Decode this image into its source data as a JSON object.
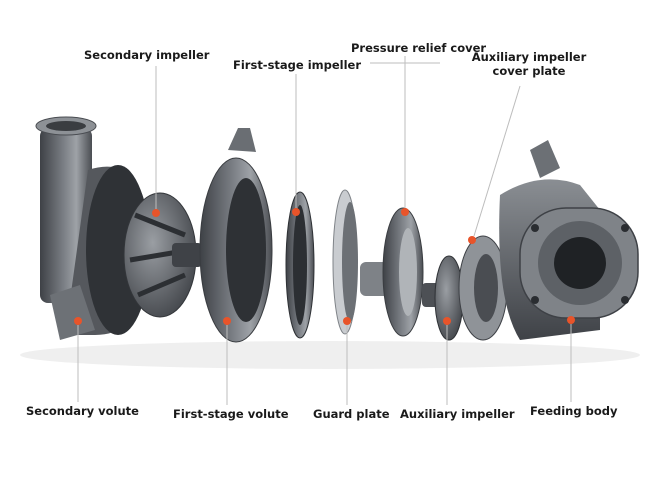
{
  "labels": {
    "secondary_impeller": "Secondary impeller",
    "first_stage_impeller": "First-stage impeller",
    "pressure_relief_cover": "Pressure relief cover",
    "auxiliary_impeller_cover_plate_line1": "Auxiliary impeller",
    "auxiliary_impeller_cover_plate_line2": "cover plate",
    "secondary_volute": "Secondary volute",
    "first_stage_volute": "First-stage volute",
    "guard_plate": "Guard plate",
    "auxiliary_impeller": "Auxiliary impeller",
    "feeding_body": "Feeding body"
  },
  "colors": {
    "marker": "#e8542a",
    "leader_line": "#bdbdbd",
    "metal_dark": "#4a4d52",
    "metal_mid": "#6f7378",
    "metal_light": "#a8acb1"
  }
}
